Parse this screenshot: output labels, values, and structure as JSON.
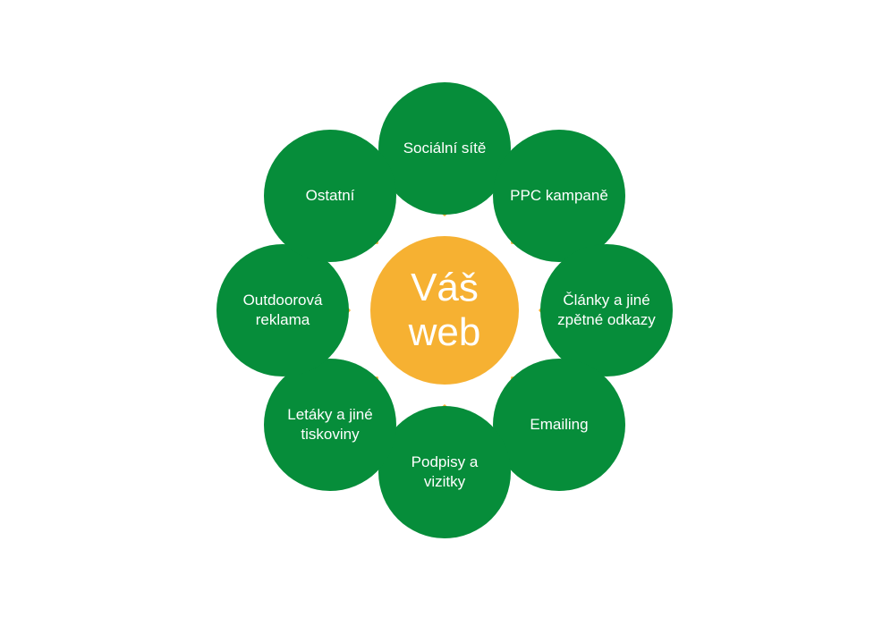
{
  "colors": {
    "outer": "#068d3a",
    "center": "#f6b132",
    "arrow": "#f6b132"
  },
  "center": {
    "label": "Váš web"
  },
  "nodes": [
    {
      "label": "Sociální sítě"
    },
    {
      "label": "PPC kampaně"
    },
    {
      "label": "Články a jiné zpětné odkazy"
    },
    {
      "label": "Emailing"
    },
    {
      "label": "Podpisy a vizitky"
    },
    {
      "label": "Letáky a jiné tiskoviny"
    },
    {
      "label": "Outdoorová reklama"
    },
    {
      "label": "Ostatní"
    }
  ]
}
